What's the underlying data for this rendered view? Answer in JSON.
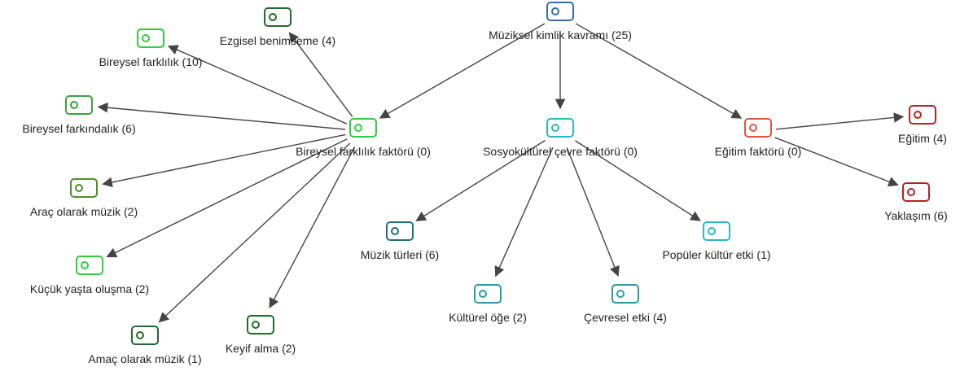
{
  "colors": {
    "edge": "#444444",
    "blue": "#2f6db3",
    "green_bright": "#2ecc40",
    "green_mid": "#3aa33a",
    "green_dark": "#1f6b2a",
    "olive_green": "#4f8f2b",
    "teal_dark": "#1f6f7a",
    "teal": "#2a9aa8",
    "cyan": "#2bb6c9",
    "red_orange": "#e5533d",
    "dark_red": "#b02424"
  },
  "nodes": {
    "root": {
      "label": "Müziksel kimlik kavramı (25)",
      "color": "blue",
      "icon": "code-tag-icon"
    },
    "bireysel_faktor": {
      "label": "Bireysel farklılık faktörü (0)",
      "color": "green_bright",
      "icon": "code-tag-icon"
    },
    "sosyo_faktor": {
      "label": "Sosyokültürel çevre faktörü (0)",
      "color": "cyan",
      "icon": "code-tag-icon"
    },
    "egitim_faktor": {
      "label": "Eğitim faktörü (0)",
      "color": "red_orange",
      "icon": "code-tag-icon"
    },
    "ezgisel": {
      "label": "Ezgisel benimseme (4)",
      "color": "green_dark",
      "icon": "code-tag-icon"
    },
    "bireysel_farklilik": {
      "label": "Bireysel farklılık (10)",
      "color": "green_bright",
      "icon": "code-tag-icon"
    },
    "bireysel_farkindalik": {
      "label": "Bireysel farkındalık (6)",
      "color": "green_mid",
      "icon": "code-tag-icon"
    },
    "arac": {
      "label": "Araç olarak müzik (2)",
      "color": "olive_green",
      "icon": "code-tag-icon"
    },
    "kucuk": {
      "label": "Küçük yaşta oluşma (2)",
      "color": "green_bright",
      "icon": "code-tag-icon"
    },
    "amac": {
      "label": "Amaç olarak müzik (1)",
      "color": "green_dark",
      "icon": "code-tag-icon"
    },
    "keyif": {
      "label": "Keyif alma (2)",
      "color": "green_dark",
      "icon": "code-tag-icon"
    },
    "muzik_turleri": {
      "label": "Müzik türleri (6)",
      "color": "teal_dark",
      "icon": "code-tag-icon"
    },
    "kulturel": {
      "label": "Kültürel öğe (2)",
      "color": "teal",
      "icon": "code-tag-icon"
    },
    "cevresel": {
      "label": "Çevresel etki (4)",
      "color": "teal",
      "icon": "code-tag-icon"
    },
    "populer": {
      "label": "Popüler kültür etki (1)",
      "color": "cyan",
      "icon": "code-tag-icon"
    },
    "egitim": {
      "label": "Eğitim (4)",
      "color": "dark_red",
      "icon": "code-tag-icon"
    },
    "yaklasim": {
      "label": "Yaklaşım (6)",
      "color": "dark_red",
      "icon": "code-tag-icon"
    }
  },
  "edges": [
    {
      "from": "root",
      "to": "bireysel_faktor"
    },
    {
      "from": "root",
      "to": "sosyo_faktor"
    },
    {
      "from": "root",
      "to": "egitim_faktor"
    },
    {
      "from": "bireysel_faktor",
      "to": "ezgisel"
    },
    {
      "from": "bireysel_faktor",
      "to": "bireysel_farklilik"
    },
    {
      "from": "bireysel_faktor",
      "to": "bireysel_farkindalik"
    },
    {
      "from": "bireysel_faktor",
      "to": "arac"
    },
    {
      "from": "bireysel_faktor",
      "to": "kucuk"
    },
    {
      "from": "bireysel_faktor",
      "to": "amac"
    },
    {
      "from": "bireysel_faktor",
      "to": "keyif"
    },
    {
      "from": "sosyo_faktor",
      "to": "muzik_turleri"
    },
    {
      "from": "sosyo_faktor",
      "to": "kulturel"
    },
    {
      "from": "sosyo_faktor",
      "to": "cevresel"
    },
    {
      "from": "sosyo_faktor",
      "to": "populer"
    },
    {
      "from": "egitim_faktor",
      "to": "egitim"
    },
    {
      "from": "egitim_faktor",
      "to": "yaklasim"
    }
  ]
}
